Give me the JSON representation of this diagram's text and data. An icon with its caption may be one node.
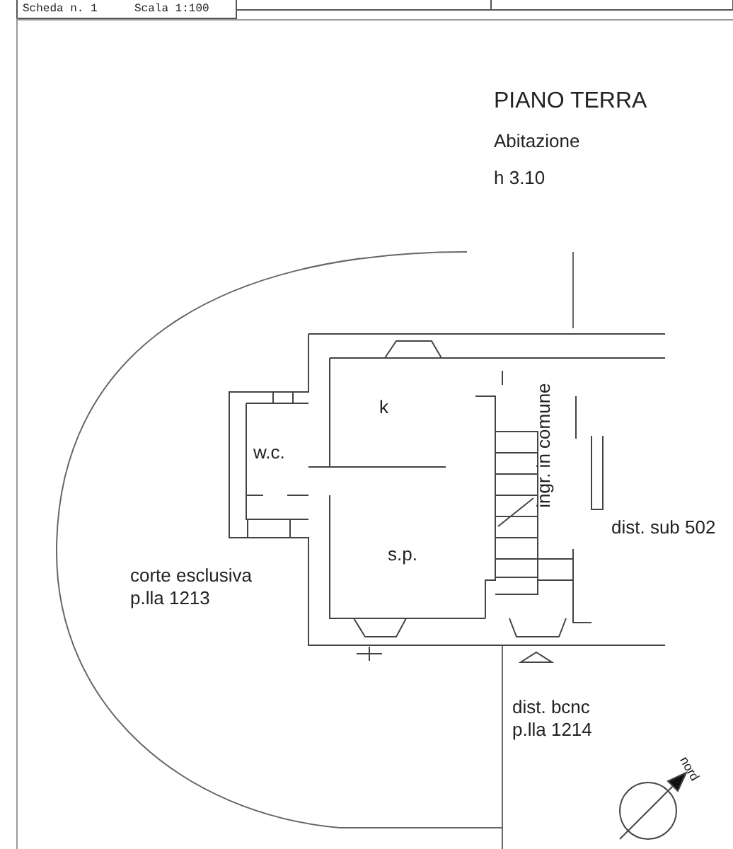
{
  "diagram": {
    "title": "PIANO TERRA",
    "labels": [
      "Scheda n. 1",
      "Scala 1:100",
      "Abitazione",
      "h 3.10",
      "k",
      "w.c.",
      "ingr. in comune",
      "dist. sub 502",
      "s.p.",
      "corte esclusiva p.lla 1213",
      "dist. bcnc p.lla 1214",
      "nord"
    ]
  }
}
